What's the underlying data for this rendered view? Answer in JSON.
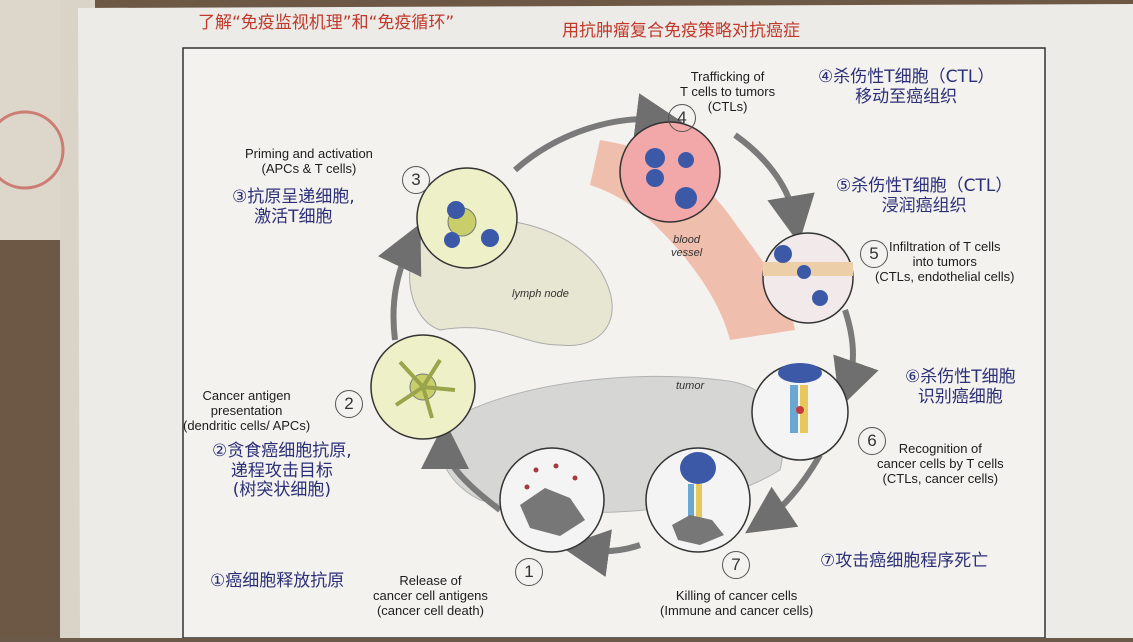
{
  "heading": {
    "left": "了解“免疫监视机理”和“免疫循环”",
    "right": "用抗肿瘤复合免疫策略对抗癌症"
  },
  "regions": {
    "lymph_node": "lymph node",
    "blood_vessel": "blood\nvessel",
    "tumor": "tumor"
  },
  "steps": [
    {
      "num": "1",
      "en": "Release of\ncancer cell antigens\n(cancer cell death)",
      "zh": "①癌细胞释放抗原"
    },
    {
      "num": "2",
      "en": "Cancer antigen\npresentation\n(dendritic cells/ APCs)",
      "zh": "②贪食癌细胞抗原,\n递程攻击目标\n(树突状细胞)"
    },
    {
      "num": "3",
      "en": "Priming and activation\n(APCs & T cells)",
      "zh": "③抗原呈递细胞,\n激活T细胞"
    },
    {
      "num": "4",
      "en": "Trafficking of\nT cells to tumors\n(CTLs)",
      "zh": "④杀伤性T细胞（CTL）\n移动至癌组织"
    },
    {
      "num": "5",
      "en": "Infiltration of T cells\ninto tumors\n(CTLs, endothelial cells)",
      "zh": "⑤杀伤性T细胞（CTL）\n浸润癌组织"
    },
    {
      "num": "6",
      "en": "Recognition of\ncancer cells by T cells\n(CTLs, cancer cells)",
      "zh": "⑥杀伤性T细胞\n识别癌细胞"
    },
    {
      "num": "7",
      "en": "Killing of cancer cells\n(Immune and cancer cells)",
      "zh": "⑦攻击癌细胞程序死亡"
    }
  ]
}
